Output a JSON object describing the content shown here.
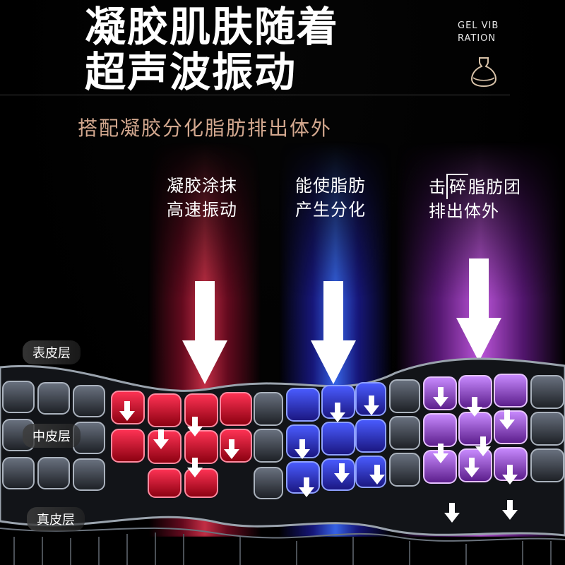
{
  "header": {
    "title_line1": "凝胶肌肤随着",
    "title_line2": "超声波振动",
    "brand_line1": "GEL VIB",
    "brand_line2": "RATION",
    "brand_icon": "gel-bottle-icon"
  },
  "subtitle": "搭配凝胶分化脂肪排出体外",
  "steps": [
    {
      "line1": "凝胶涂抹",
      "line2": "高速振动",
      "color": "#ff2a4a"
    },
    {
      "line1": "能使脂肪",
      "line2": "产生分化",
      "color": "#3c5cff"
    },
    {
      "line1_pre": "击",
      "line1_box": "碎",
      "line1_post": "脂肪团",
      "line2": "排出体外",
      "color": "#c86cff"
    }
  ],
  "layers": {
    "epidermis": "表皮层",
    "dermis_middle": "中皮层",
    "dermis_true": "真皮层"
  }
}
